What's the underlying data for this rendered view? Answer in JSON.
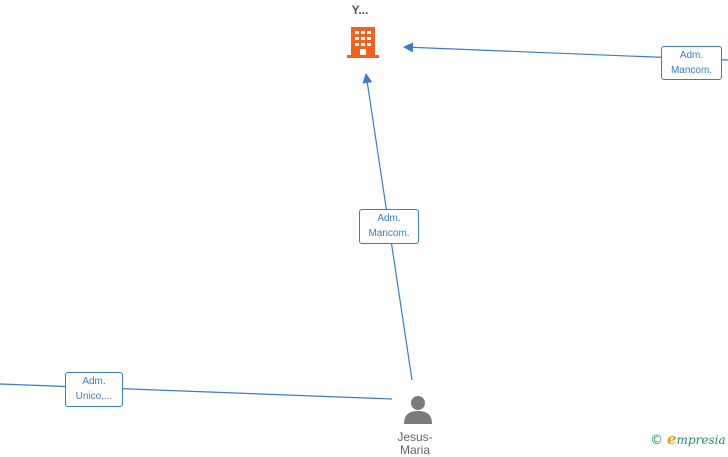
{
  "company": {
    "label": "Y...",
    "icon": "building-icon",
    "color": "#f26122"
  },
  "person": {
    "label_line1": "Jesus-",
    "label_line2": "Maria",
    "icon": "person-icon",
    "color": "#7a7a7a"
  },
  "edges": [
    {
      "line1": "Adm.",
      "line2": "Mancom."
    },
    {
      "line1": "Adm.",
      "line2": "Mancom."
    },
    {
      "line1": "Adm.",
      "line2": "Unico,..."
    }
  ],
  "edge_color": "#3a7bd5",
  "watermark": {
    "symbol": "©",
    "brand_initial": "e",
    "brand_rest": "mpresia"
  }
}
